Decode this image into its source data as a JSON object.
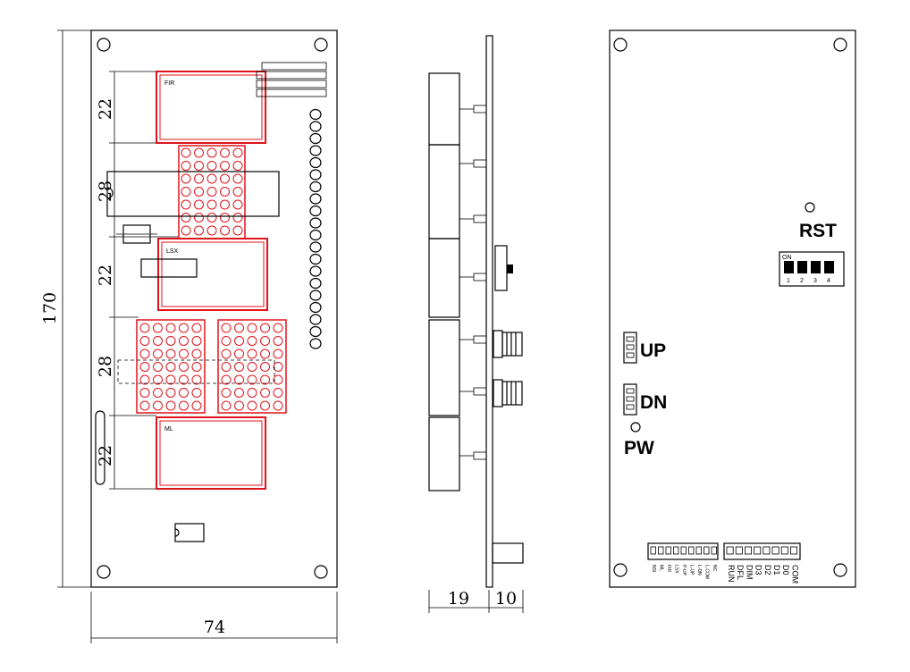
{
  "dimensions": {
    "height_total": "170",
    "width_total": "74",
    "section_22_a": "22",
    "section_28_a": "28",
    "section_22_b": "22",
    "section_28_b": "28",
    "section_22_c": "22",
    "side_depth_front": "19",
    "side_depth_back": "10"
  },
  "front_labels": {
    "fir": "FIR",
    "lsx": "LSX",
    "ml": "ML"
  },
  "back_labels": {
    "rst": "RST",
    "up": "UP",
    "dn": "DN",
    "pw": "PW",
    "dip_on": "ON",
    "dip_numbers": [
      "1",
      "2",
      "3",
      "4"
    ],
    "left_terminal_pins": [
      "NC",
      "L-COM",
      "L-DN",
      "L-UP",
      "P-UP",
      "LSX",
      "FIR",
      "ML",
      "NSI"
    ],
    "right_terminal_pins": [
      "COM",
      "D0",
      "D1",
      "D2",
      "D3",
      "DIM",
      "DFL",
      "RUN"
    ]
  },
  "colors": {
    "outline": "#000000",
    "highlight": "#e0131b"
  }
}
